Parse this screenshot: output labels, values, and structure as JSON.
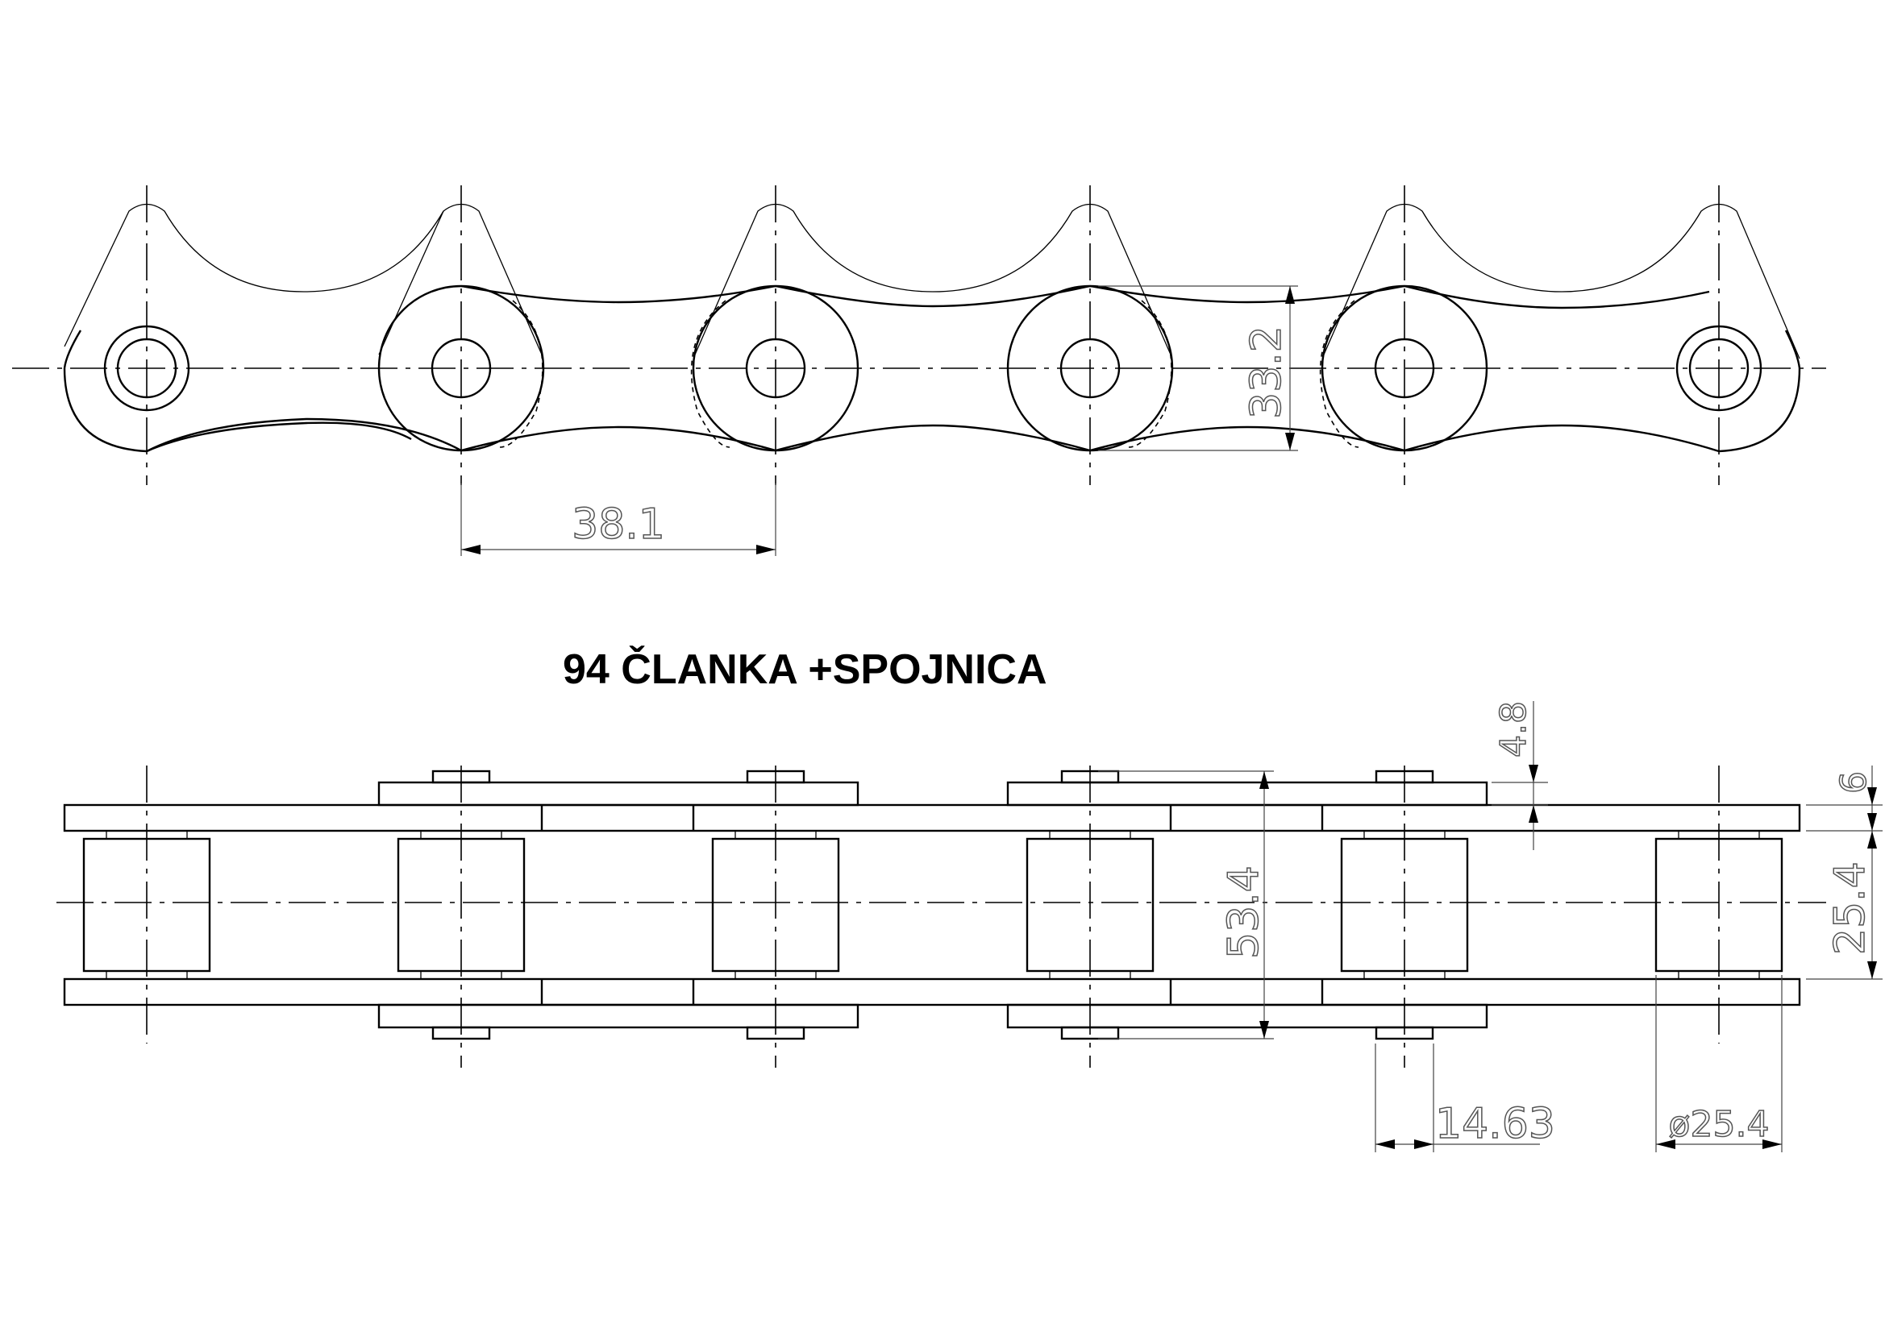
{
  "title": "94  ČLANKA +SPOJNICA",
  "dimensions": {
    "pitch": "38.1",
    "plate_height": "33.2",
    "pin_protrusion": "4.8",
    "plate_thickness": "6",
    "inner_width": "25.4",
    "overall_width": "53.4",
    "pin_diameter": "14.63",
    "roller_diameter": "ø25.4"
  },
  "colors": {
    "line": "#000000",
    "dimension": "#444444",
    "background": "#ffffff"
  }
}
